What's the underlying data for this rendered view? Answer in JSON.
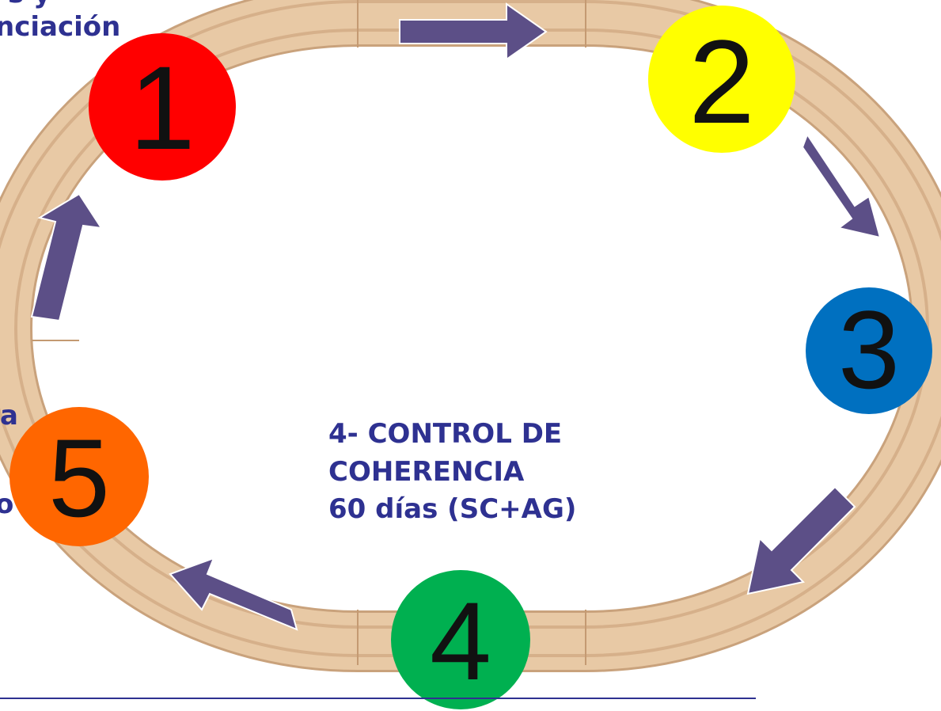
{
  "fragments": {
    "top_left_line1": "s y",
    "top_left_line2": "nciación",
    "left_mid": "a",
    "left_low": "o"
  },
  "center_label": {
    "line1": "4- CONTROL DE",
    "line2": "COHERENCIA",
    "line3": "60 días (SC+AG)"
  },
  "steps": [
    {
      "number": "1",
      "color": "#ff0000"
    },
    {
      "number": "2",
      "color": "#ffff00"
    },
    {
      "number": "3",
      "color": "#0070c0"
    },
    {
      "number": "4",
      "color": "#00b050"
    },
    {
      "number": "5",
      "color": "#ff6600"
    }
  ],
  "colors": {
    "text": "#2e3191",
    "arrow": "#5c4f87",
    "track": "#e8c9a5",
    "rule": "#2e3191"
  }
}
